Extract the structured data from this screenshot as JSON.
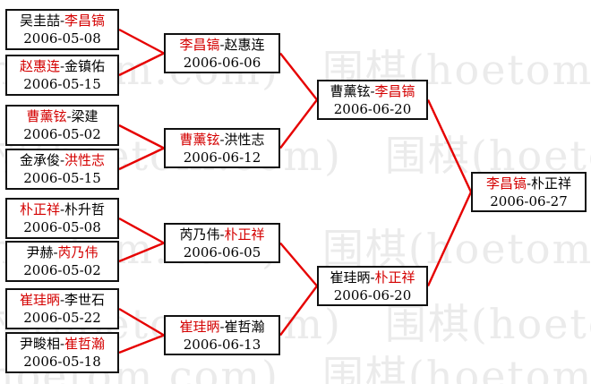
{
  "title": "tournament-bracket",
  "colors": {
    "line": "#e60000",
    "winner_text": "#d40000",
    "normal_text": "#000000",
    "box_border": "#111111",
    "box_bg": "#ffffff",
    "watermark": "#ebebeb"
  },
  "watermark": {
    "text": "围棋(hoetom.com)"
  },
  "bracket": {
    "rounds": [
      {
        "name": "round-1",
        "matches": [
          {
            "p1": "吴圭喆",
            "p2": "李昌镐",
            "winner": "p2",
            "date": "2006-05-08"
          },
          {
            "p1": "赵惠连",
            "p2": "金镇佑",
            "winner": "p1",
            "date": "2006-05-15"
          },
          {
            "p1": "曹薰铉",
            "p2": "梁建",
            "winner": "p1",
            "date": "2006-05-02"
          },
          {
            "p1": "金承俊",
            "p2": "洪性志",
            "winner": "p2",
            "date": "2006-05-15"
          },
          {
            "p1": "朴正祥",
            "p2": "朴升哲",
            "winner": "p1",
            "date": "2006-05-08"
          },
          {
            "p1": "尹赫",
            "p2": "芮乃伟",
            "winner": "p2",
            "date": "2006-05-02"
          },
          {
            "p1": "崔珪昞",
            "p2": "李世石",
            "winner": "p1",
            "date": "2006-05-22"
          },
          {
            "p1": "尹畯相",
            "p2": "崔哲瀚",
            "winner": "p2",
            "date": "2006-05-18"
          }
        ]
      },
      {
        "name": "round-2",
        "matches": [
          {
            "p1": "李昌镐",
            "p2": "赵惠连",
            "winner": "p1",
            "date": "2006-06-06"
          },
          {
            "p1": "曹薰铉",
            "p2": "洪性志",
            "winner": "p1",
            "date": "2006-06-12"
          },
          {
            "p1": "芮乃伟",
            "p2": "朴正祥",
            "winner": "p2",
            "date": "2006-06-05"
          },
          {
            "p1": "崔珪昞",
            "p2": "崔哲瀚",
            "winner": "p1",
            "date": "2006-06-13"
          }
        ]
      },
      {
        "name": "semifinal",
        "matches": [
          {
            "p1": "曹薰铉",
            "p2": "李昌镐",
            "winner": "p2",
            "date": "2006-06-20"
          },
          {
            "p1": "崔珪昞",
            "p2": "朴正祥",
            "winner": "p2",
            "date": "2006-06-20"
          }
        ]
      },
      {
        "name": "final",
        "matches": [
          {
            "p1": "李昌镐",
            "p2": "朴正祥",
            "winner": "p1",
            "date": "2006-06-27"
          }
        ]
      }
    ]
  }
}
